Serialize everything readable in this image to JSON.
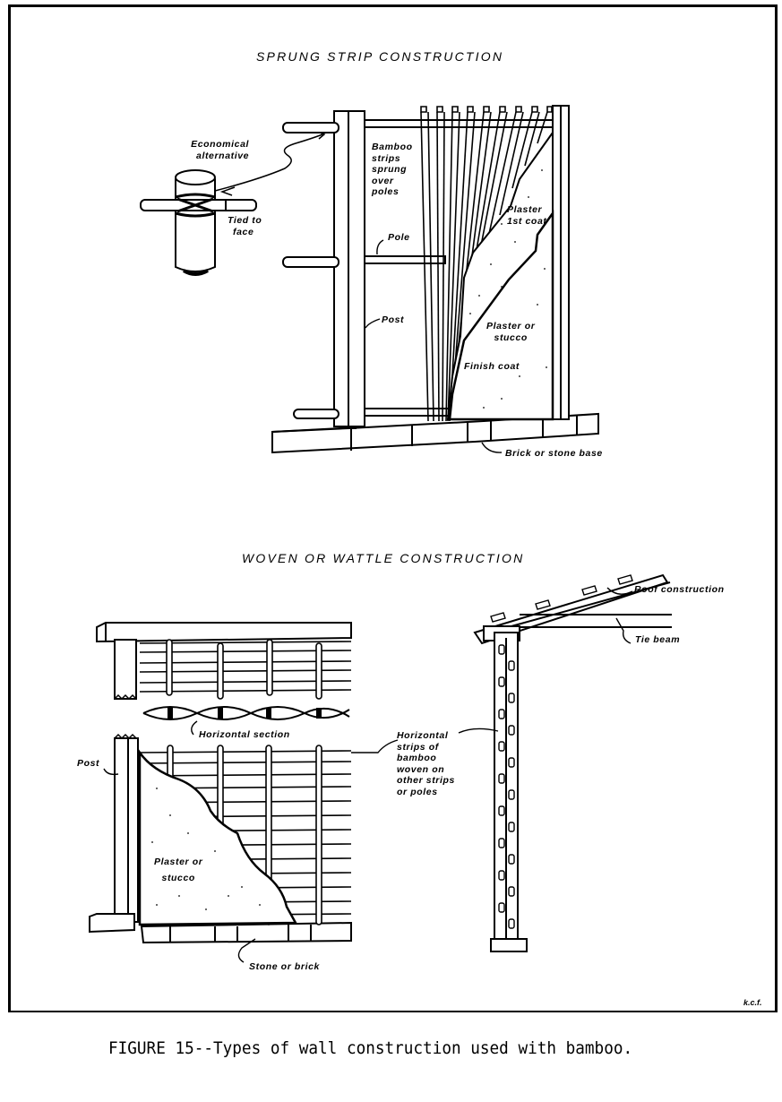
{
  "figure": {
    "caption": "FIGURE 15--Types of wall construction used with bamboo.",
    "artist_initials": "k.c.f."
  },
  "sprung_strip": {
    "title": "SPRUNG STRIP CONSTRUCTION",
    "labels": {
      "economical_alternative": [
        "Economical",
        "alternative"
      ],
      "tied_to_face": [
        "Tied to",
        "face"
      ],
      "bamboo_strips": [
        "Bamboo",
        "strips",
        "sprung",
        "over",
        "poles"
      ],
      "pole": "Pole",
      "post": "Post",
      "plaster_first_coat": [
        "Plaster",
        "1st coat"
      ],
      "plaster_or_stucco": [
        "Plaster or",
        "stucco"
      ],
      "finish_coat": "Finish coat",
      "base": "Brick or stone base"
    }
  },
  "woven_wattle": {
    "title": "WOVEN OR WATTLE CONSTRUCTION",
    "labels": {
      "roof_construction": "Roof construction",
      "tie_beam": "Tie beam",
      "horizontal_section": "Horizontal section",
      "horizontal_strips": [
        "Horizontal",
        "strips of",
        "bamboo",
        "woven on",
        "other strips",
        "or poles"
      ],
      "post": "Post",
      "plaster_or_stucco": [
        "Plaster or",
        "stucco"
      ],
      "stone_or_brick": "Stone or brick"
    }
  },
  "colors": {
    "ink": "#000000",
    "paper": "#ffffff"
  }
}
